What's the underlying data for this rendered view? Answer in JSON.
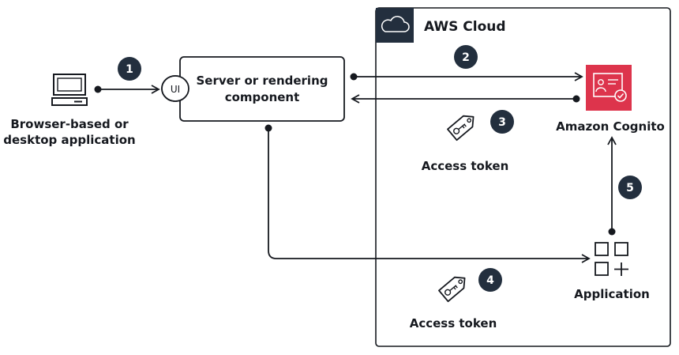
{
  "cloud": {
    "title": "AWS Cloud",
    "icon": "cloud-icon"
  },
  "client": {
    "label_lines": [
      "Browser-based or",
      "desktop application"
    ],
    "icon": "desktop-computer-icon"
  },
  "ui_port": {
    "label": "UI"
  },
  "server": {
    "label_lines": [
      "Server or rendering",
      "component"
    ]
  },
  "cognito": {
    "label": "Amazon Cognito",
    "icon": "cognito-icon",
    "color": "#dd344c"
  },
  "application": {
    "label": "Application",
    "icon": "application-grid-icon"
  },
  "tokens": [
    {
      "label": "Access token",
      "icon": "tag-key-icon"
    },
    {
      "label": "Access token",
      "icon": "tag-key-icon"
    }
  ],
  "steps": [
    "1",
    "2",
    "3",
    "4",
    "5"
  ],
  "colors": {
    "badge": "#232f3e",
    "line": "#16191f"
  }
}
